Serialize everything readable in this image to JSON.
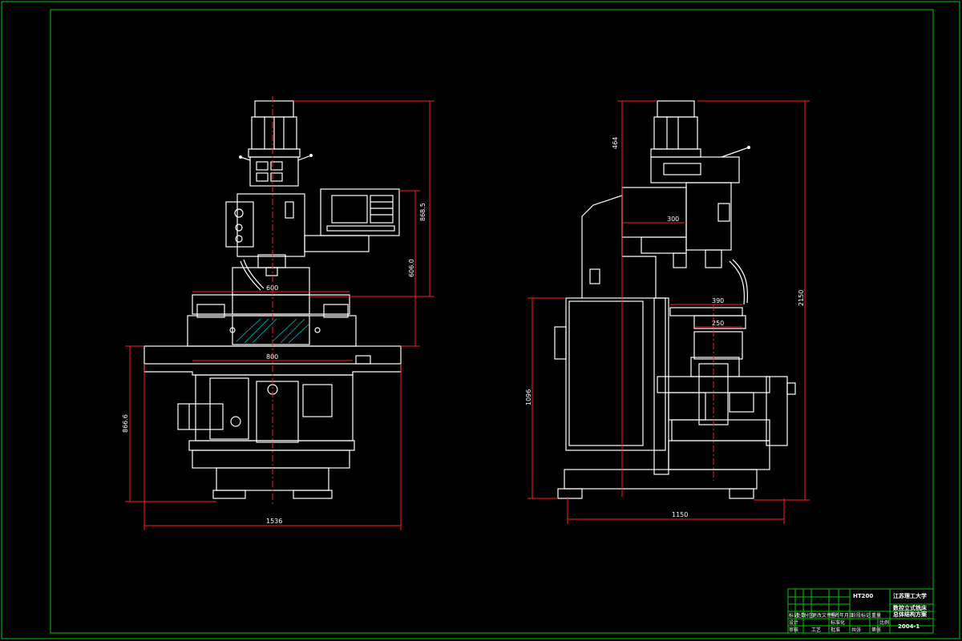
{
  "colors": {
    "background": "#000000",
    "outline": "#ffffff",
    "dimension": "#ff2020",
    "border": "#00c800",
    "hatch": "#00c8c8"
  },
  "front_view": {
    "dimensions": {
      "total_width": "1536",
      "table_length": "800",
      "slide_width": "600",
      "base_height": "866.6",
      "head_height": "868.5",
      "spindle_height": "606.0"
    }
  },
  "side_view": {
    "dimensions": {
      "total_depth": "1150",
      "motor_height": "464",
      "head_offset": "300",
      "saddle_width": "390",
      "table_width": "250",
      "column_height": "1096",
      "overall_height": "2150"
    }
  },
  "title_block": {
    "school": "江苏理工大学",
    "drawing_name_1": "数控立式铣床",
    "drawing_name_2": "总体结构方案",
    "drawing_no": "2004-1",
    "material": "HT200",
    "labels": [
      "标记",
      "处数",
      "分区",
      "更改文件号",
      "签名",
      "年月日",
      "设计",
      "标准化",
      "审核",
      "工艺",
      "批准",
      "阶段标记",
      "重量",
      "比例",
      "共张",
      "第张"
    ]
  }
}
